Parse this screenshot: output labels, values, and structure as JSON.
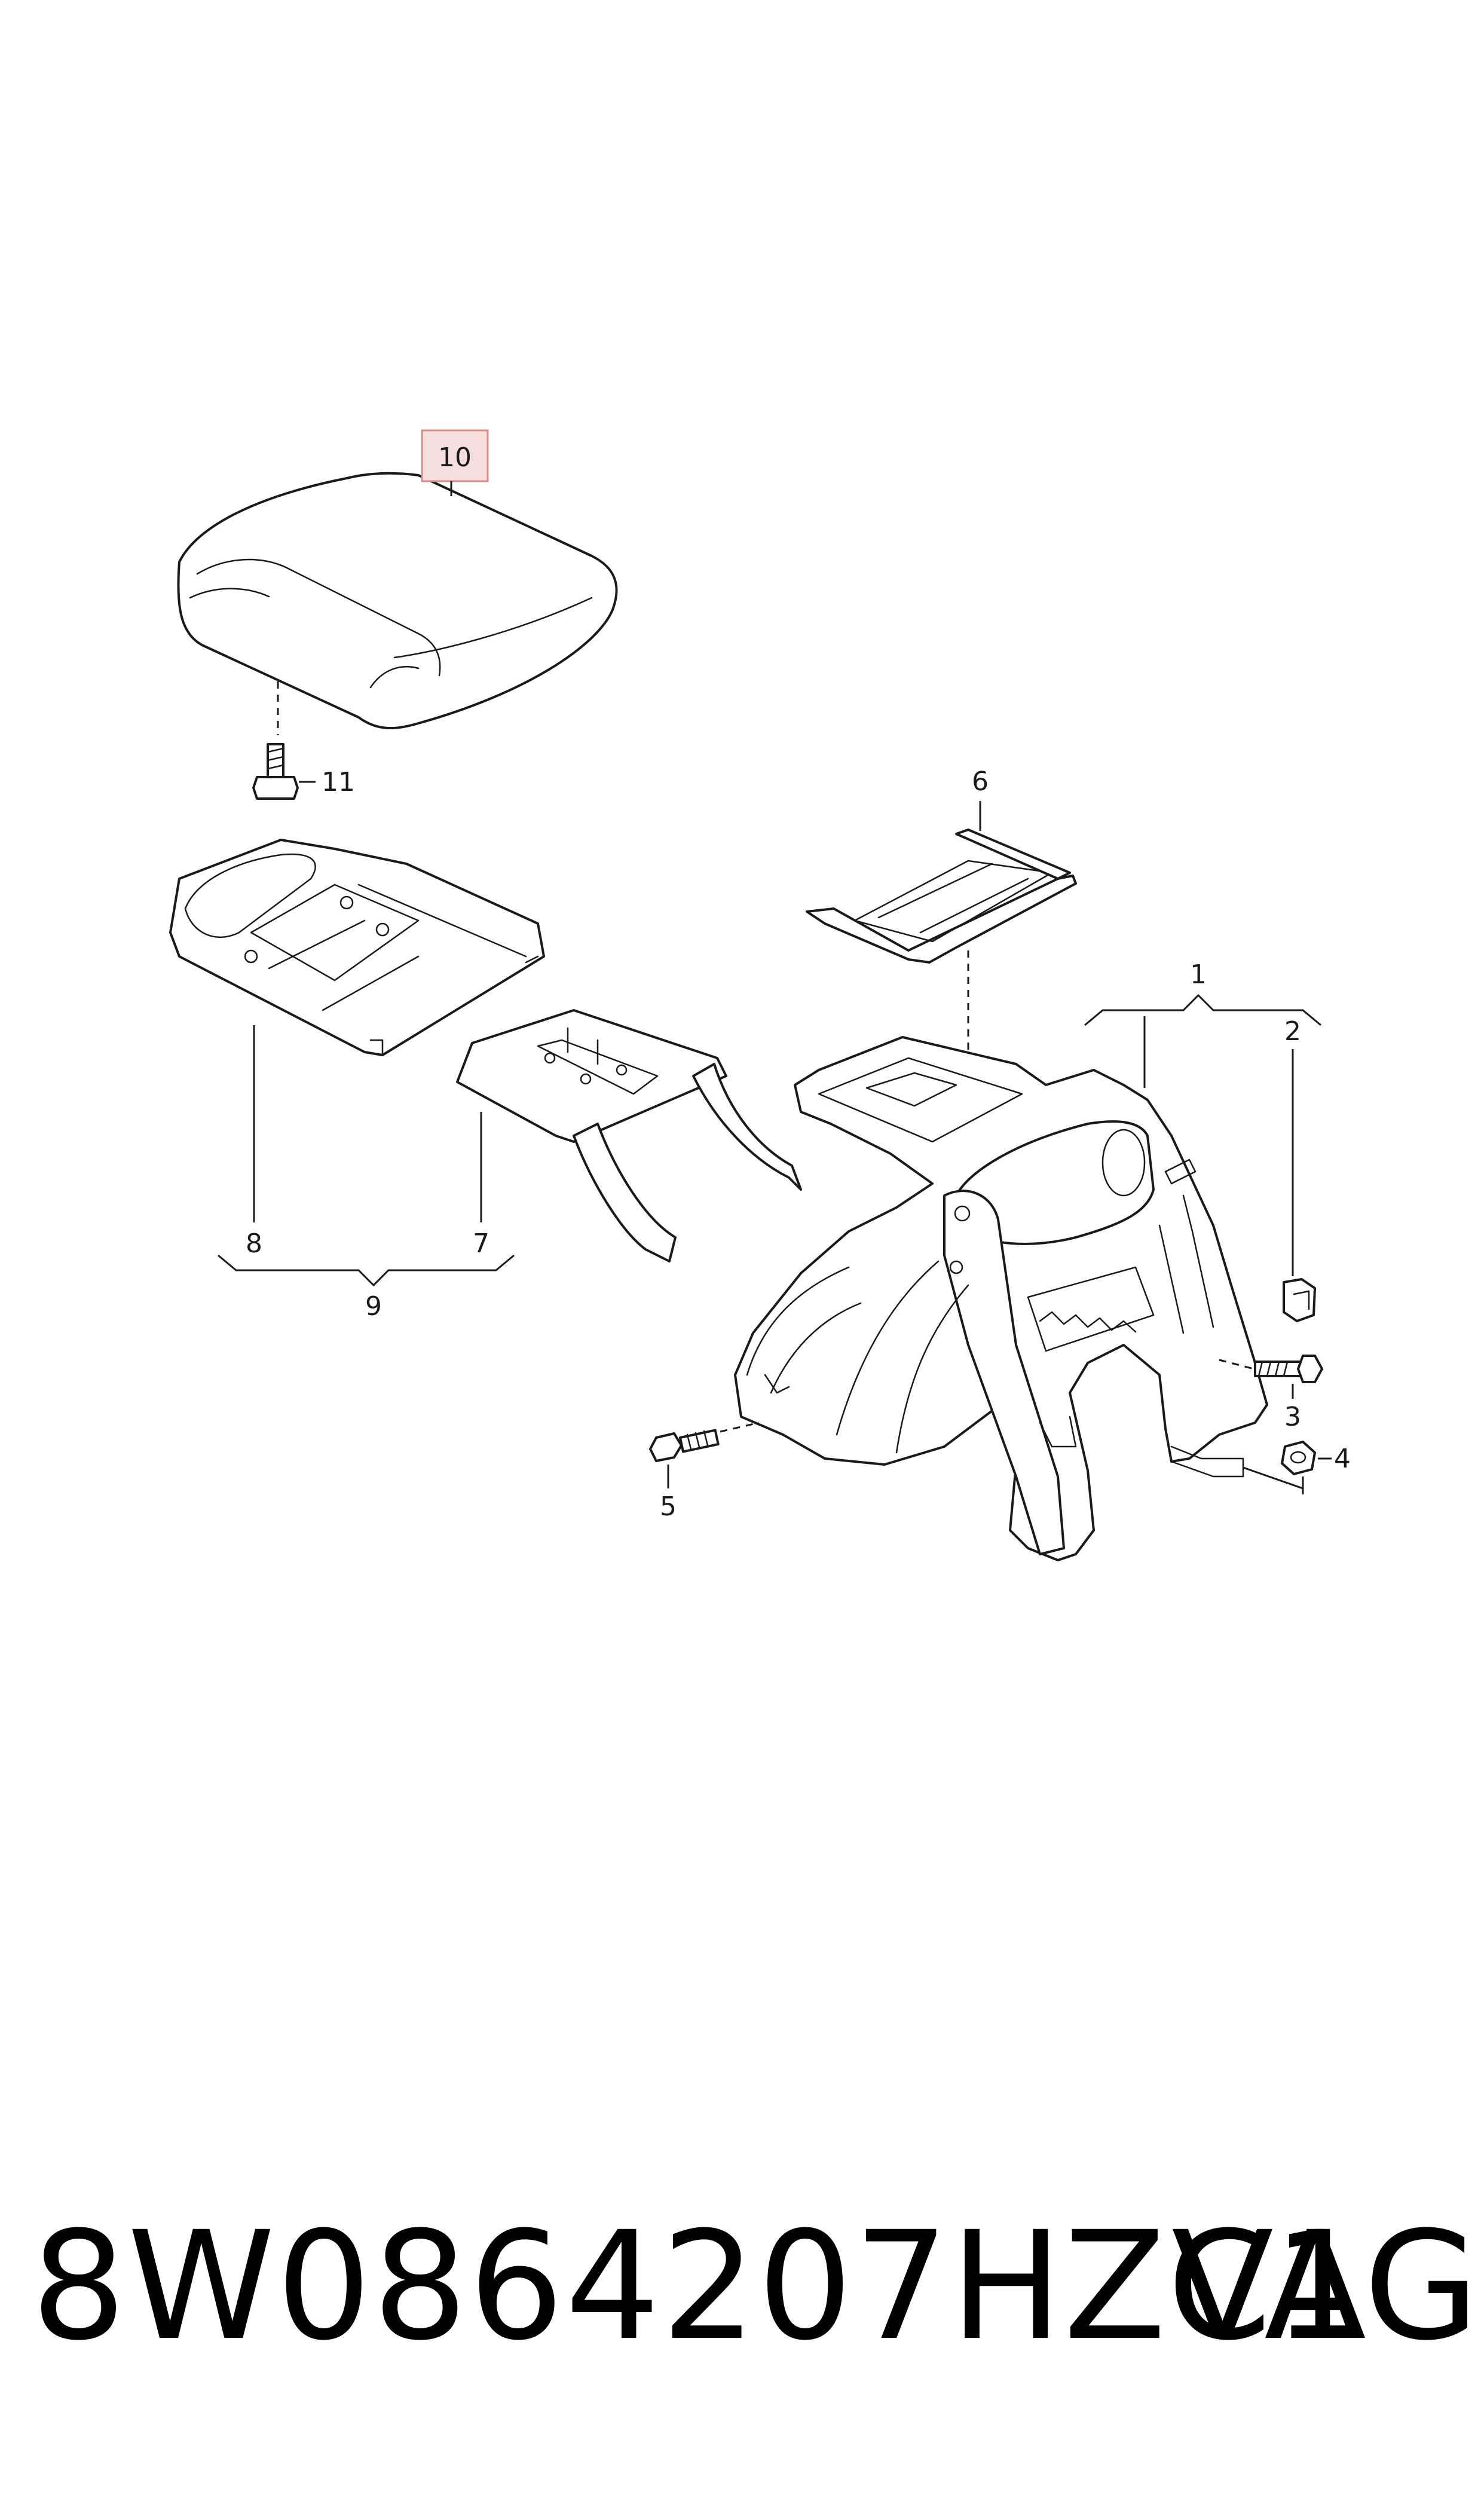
{
  "callouts": {
    "c1": "1",
    "c2": "2",
    "c3": "3",
    "c4": "4",
    "c5": "5",
    "c6": "6",
    "c7": "7",
    "c8": "8",
    "c9": "9",
    "c10": "10",
    "c11": "11"
  },
  "highlighted_callout": "10",
  "colors": {
    "line": "#1a1a1a",
    "highlight_fill": "#f7dede",
    "highlight_border": "#d98a8a"
  },
  "footer": {
    "part_number": "8W0864207HZC1",
    "brand": "VAG"
  }
}
